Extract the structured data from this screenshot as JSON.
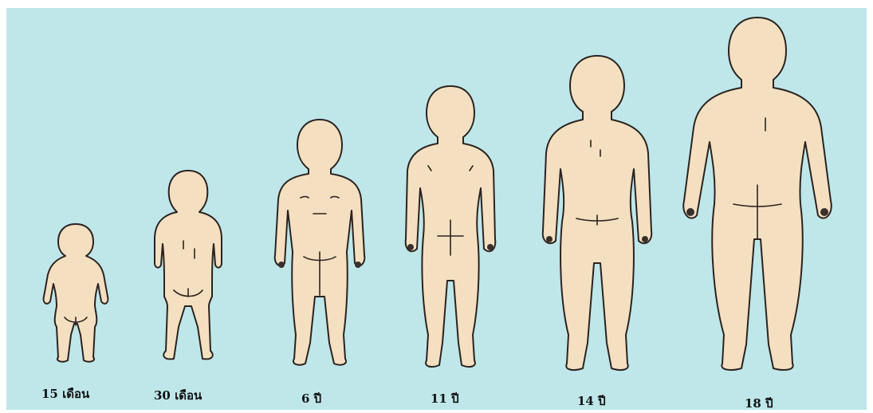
{
  "figures": [
    {
      "id": "15m",
      "label": "15 เดือน"
    },
    {
      "id": "30m",
      "label": "30 เดือน"
    },
    {
      "id": "6y",
      "label": "6 ปี"
    },
    {
      "id": "11y",
      "label": "11 ปี"
    },
    {
      "id": "14y",
      "label": "14 ปี"
    },
    {
      "id": "18y",
      "label": "18 ปี"
    }
  ],
  "colors": {
    "background": "#bfe7ea",
    "skin": "#f4dfc0",
    "outline": "#2b2320"
  }
}
